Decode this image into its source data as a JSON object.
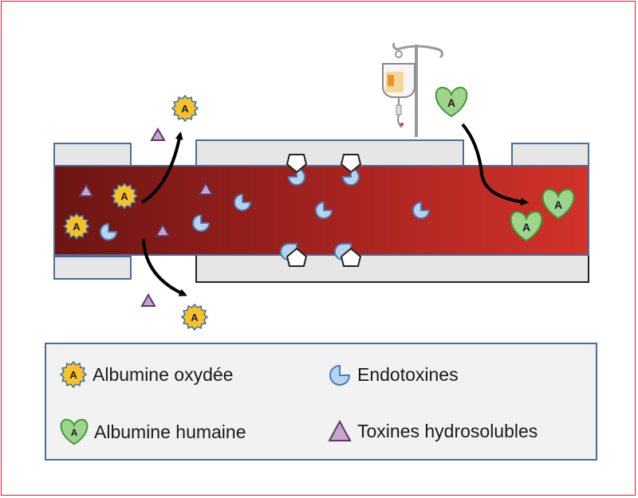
{
  "molecule_letter": "A",
  "legend": {
    "oxidized_albumin": "Albumine oxydée",
    "endotoxins": "Endotoxines",
    "human_albumin": "Albumine humaine",
    "water_soluble_toxins": "Toxines hydrosolubles"
  },
  "colors": {
    "frame": "#d6232f",
    "vessel_dark": "#6b1512",
    "vessel_light": "#d2322b",
    "membrane_fill": "#e6e6e6",
    "membrane_border": "#4a6d96",
    "oxidized_albumin": "#f6c22b",
    "human_albumin": "#9ed48c",
    "endotoxin": "#b8d3ee",
    "toxin": "#c9a5cb",
    "arrow": "#000000"
  },
  "icons": [
    "star-albumin-icon",
    "heart-albumin-icon",
    "pacman-endotoxin-icon",
    "triangle-toxin-icon",
    "pentagon-receptor-icon",
    "iv-bag-icon"
  ]
}
